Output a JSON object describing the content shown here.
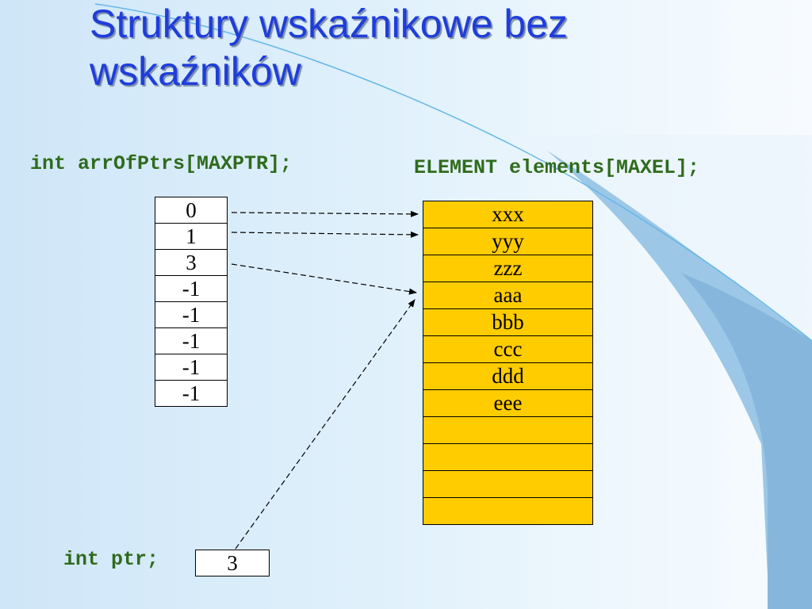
{
  "title": "Struktury wskaźnikowe bez wskaźników",
  "array_declaration": "int arrOfPtrs[MAXPTR];",
  "elements_declaration": "ELEMENT elements[MAXEL];",
  "pointer_declaration": "int ptr;",
  "arr_of_ptrs": [
    "0",
    "1",
    "3",
    "-1",
    "-1",
    "-1",
    "-1",
    "-1"
  ],
  "elements": [
    "xxx",
    "yyy",
    "zzz",
    "aaa",
    "bbb",
    "ccc",
    "ddd",
    "eee",
    "",
    "",
    "",
    ""
  ],
  "ptr_value": "3",
  "links": [
    {
      "from": "arr_of_ptrs",
      "index": 0,
      "to_element": 0
    },
    {
      "from": "arr_of_ptrs",
      "index": 1,
      "to_element": 1
    },
    {
      "from": "arr_of_ptrs",
      "index": 2,
      "to_element": 3
    },
    {
      "from": "ptr",
      "to_element": 3
    }
  ],
  "colors": {
    "title": "#1f3ddb",
    "code": "#2f6b1c",
    "element_fill": "#ffcc00",
    "cell_fill": "#ffffff"
  }
}
